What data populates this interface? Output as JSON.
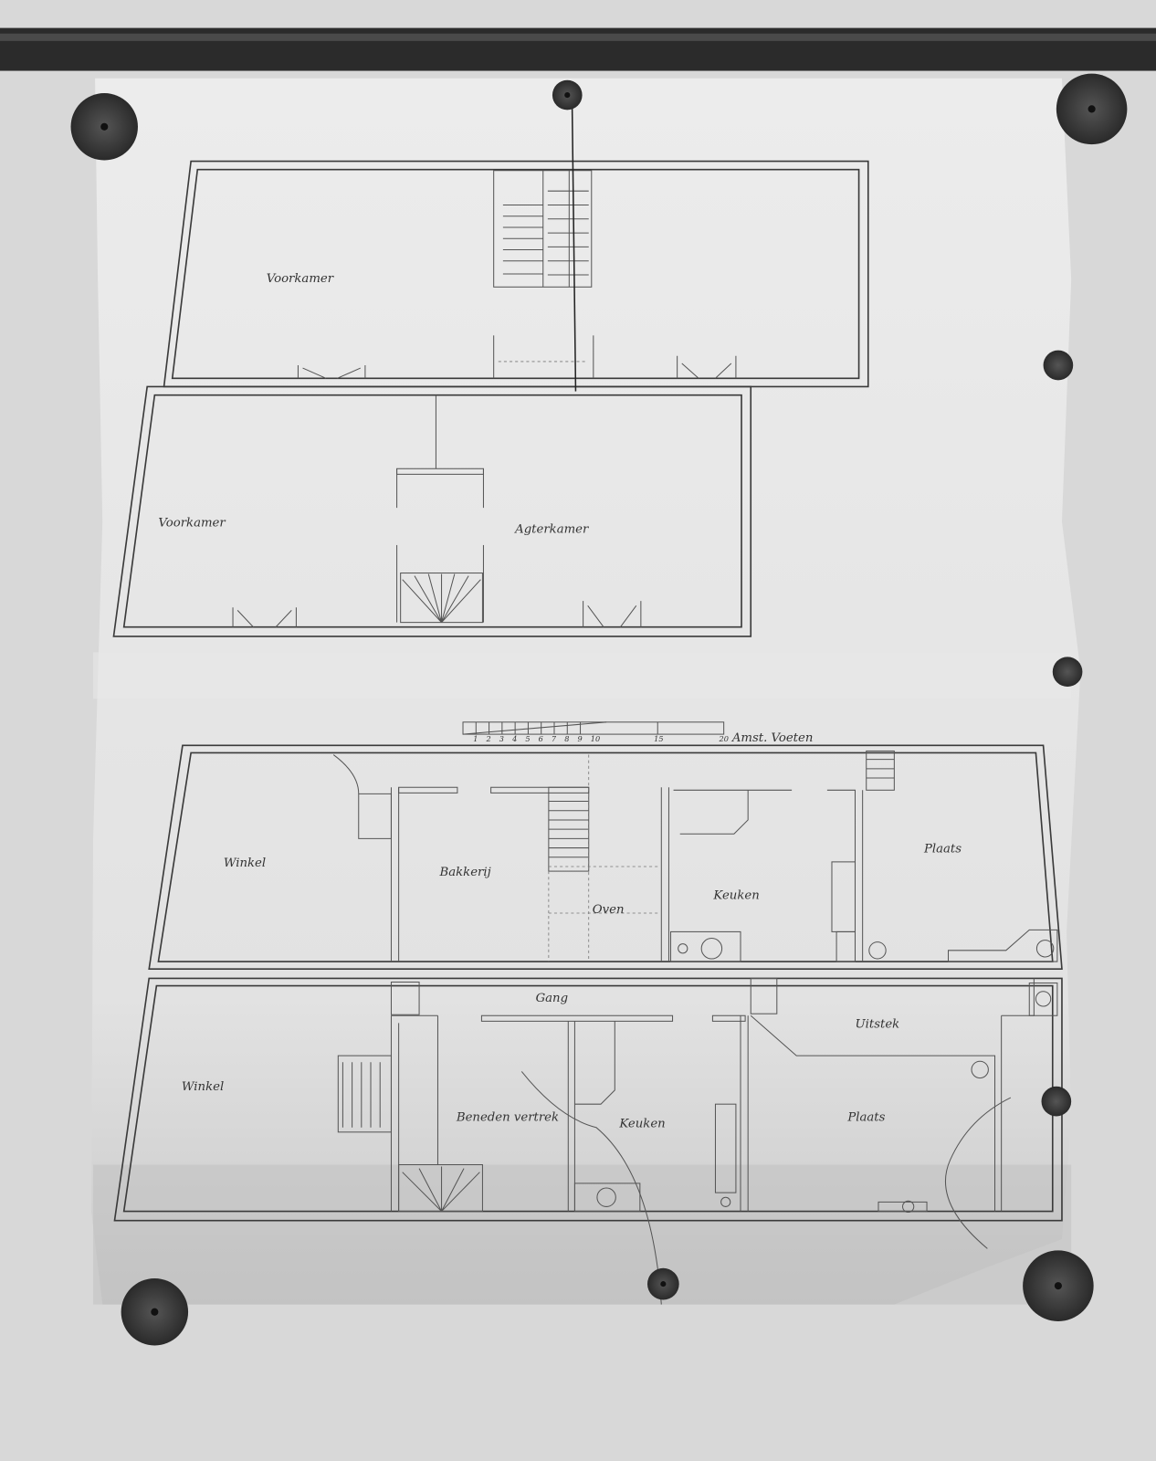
{
  "upper_plan": {
    "rooms": [
      "Voorkamer",
      "Voorkamer",
      "Agterkamer"
    ]
  },
  "lower_plan": {
    "rooms": [
      "Winkel",
      "Bakkerij",
      "Oven",
      "Keuken",
      "Plaats",
      "Gang",
      "Uitstek",
      "Winkel",
      "Beneden vertrek",
      "Keuken",
      "Plaats"
    ]
  },
  "scale_bar": {
    "ticks": [
      "1",
      "2",
      "3",
      "4",
      "5",
      "6",
      "7",
      "8",
      "9",
      "10",
      "15",
      "20"
    ],
    "unit": "Amst. Voeten"
  }
}
